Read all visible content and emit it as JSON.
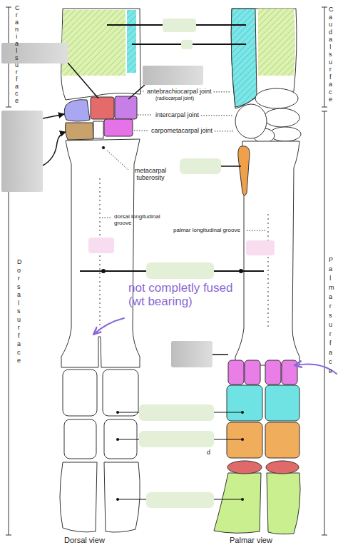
{
  "diagram": {
    "labels": [
      "Cranial surface",
      "Caudal surface",
      "antebrachiocarpal joint",
      "(radiocarpal joint)",
      "intercarpal joint",
      "carpometacarpal joint",
      "metacarpal tuberosity",
      "dorsal longitudinal groove",
      "palmar longitudinal groove",
      "Dorsal surface",
      "Palmar surface",
      "not completly fused (wt bearing)",
      "d",
      "Dorsal view",
      "Palmar view"
    ]
  }
}
